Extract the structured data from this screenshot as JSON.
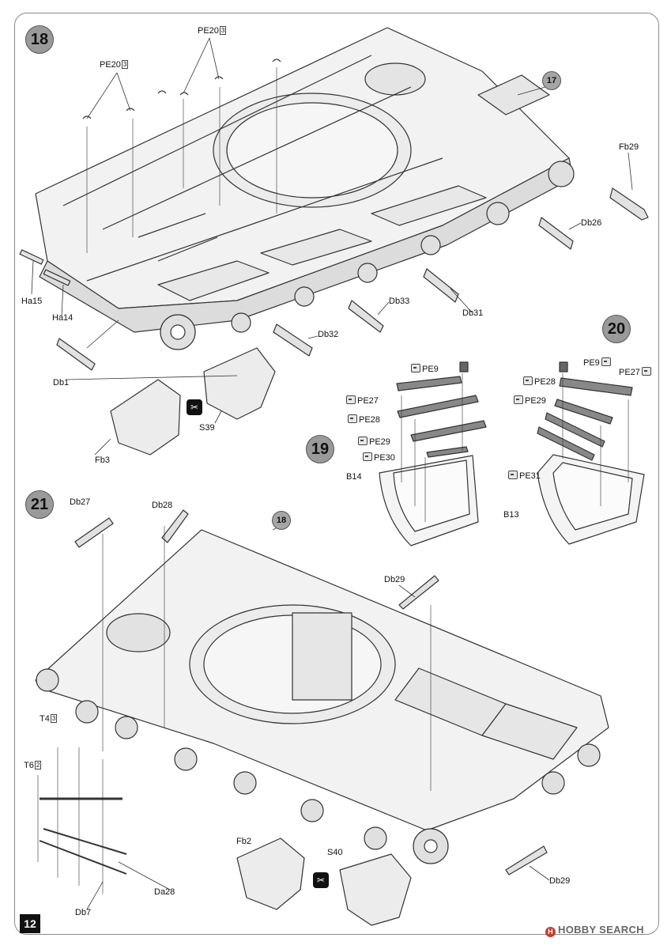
{
  "page_number": "12",
  "watermark": "HOBBY SEARCH",
  "steps": {
    "s18": "18",
    "s19": "19",
    "s20": "20",
    "s21": "21",
    "ref17": "17",
    "ref18": "18"
  },
  "step18": {
    "pe20_a": "PE20",
    "pe20_a_qty": "3",
    "pe20_b": "PE20",
    "pe20_b_qty": "3",
    "fb29": "Fb29",
    "db26": "Db26",
    "db31": "Db31",
    "db33": "Db33",
    "db32": "Db32",
    "ha15": "Ha15",
    "ha14": "Ha14",
    "db1": "Db1",
    "s39": "S39",
    "fb3": "Fb3"
  },
  "step19": {
    "pe9": "PE9",
    "pe27": "PE27",
    "pe28": "PE28",
    "pe29": "PE29",
    "pe30": "PE30",
    "b14": "B14"
  },
  "step20": {
    "pe9": "PE9",
    "pe27": "PE27",
    "pe28": "PE28",
    "pe29": "PE29",
    "pe31": "PE31",
    "b13": "B13"
  },
  "step21": {
    "db27": "Db27",
    "db28": "Db28",
    "db29_a": "Db29",
    "db29_b": "Db29",
    "t4": "T4",
    "t4_qty": "3",
    "t6": "T6",
    "t6_qty": "2",
    "da28": "Da28",
    "db7": "Db7",
    "fb2": "Fb2",
    "s40": "S40"
  }
}
